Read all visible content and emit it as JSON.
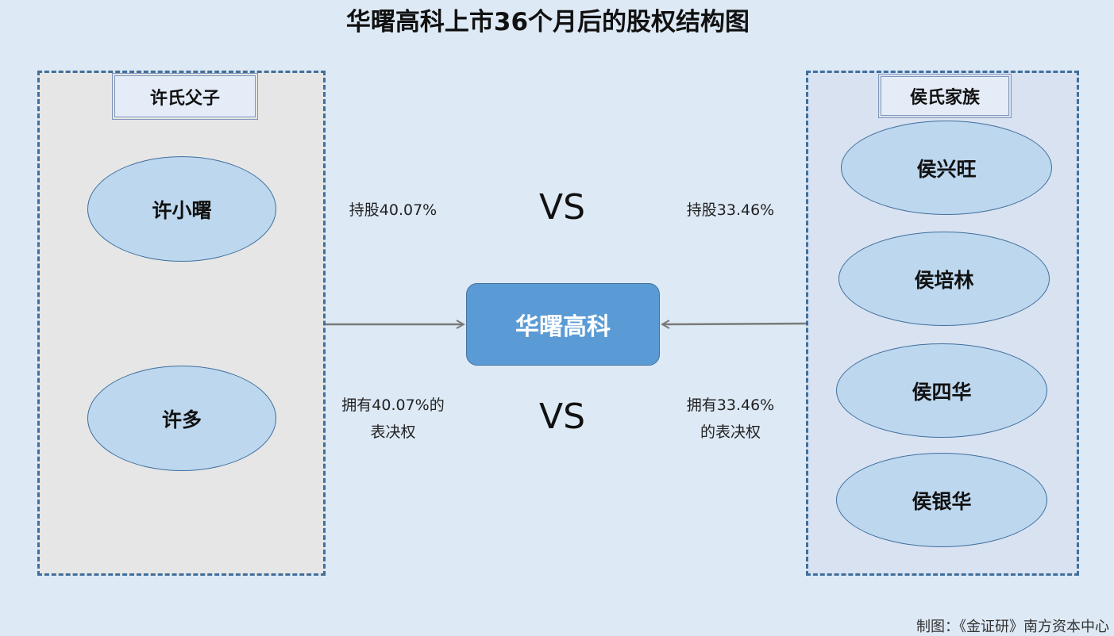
{
  "title": "华曙高科上市36个月后的股权结构图",
  "left_group": {
    "label": "许氏父子",
    "members": [
      "许小曙",
      "许多"
    ]
  },
  "right_group": {
    "label": "侯氏家族",
    "members": [
      "侯兴旺",
      "侯培林",
      "侯四华",
      "侯银华"
    ]
  },
  "company": "华曙高科",
  "left_notes": {
    "shareholding": "持股40.07%",
    "voting_line1": "拥有40.07%的",
    "voting_line2": "表决权"
  },
  "right_notes": {
    "shareholding": "持股33.46%",
    "voting_line1": "拥有33.46%",
    "voting_line2": "的表决权"
  },
  "vs_top": "VS",
  "vs_bottom": "VS",
  "footer": "制图：《金证研》南方资本中心"
}
